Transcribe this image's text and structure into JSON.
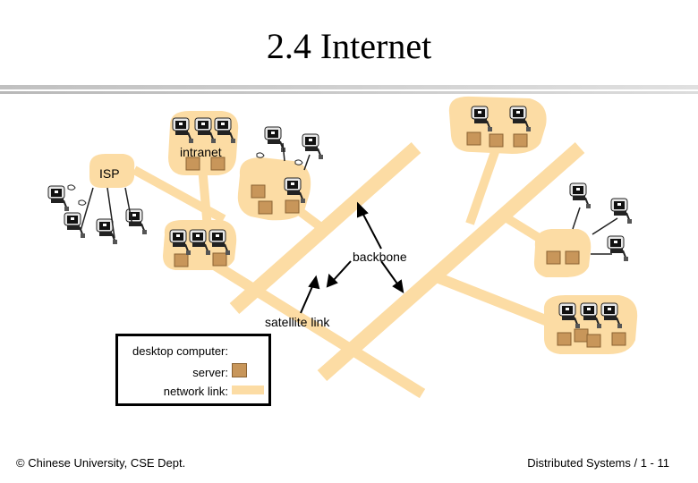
{
  "title": "2.4  Internet",
  "labels": {
    "intranet": "intranet",
    "isp": "ISP",
    "backbone": "backbone",
    "satellite": "satellite link"
  },
  "legend": {
    "desktop": "desktop computer:",
    "server": "server:",
    "link": "network link:"
  },
  "footer": {
    "left": "© Chinese University, CSE Dept.",
    "right": "Distributed Systems / 1 - 11"
  },
  "colors": {
    "link": "#fcdca4",
    "server": "#c8965a",
    "server_edge": "#8a6232",
    "monitor": "#1a1a1a"
  },
  "icons": [
    "desktop-computer-icon",
    "server-icon",
    "network-link-icon",
    "arrow-icon"
  ]
}
